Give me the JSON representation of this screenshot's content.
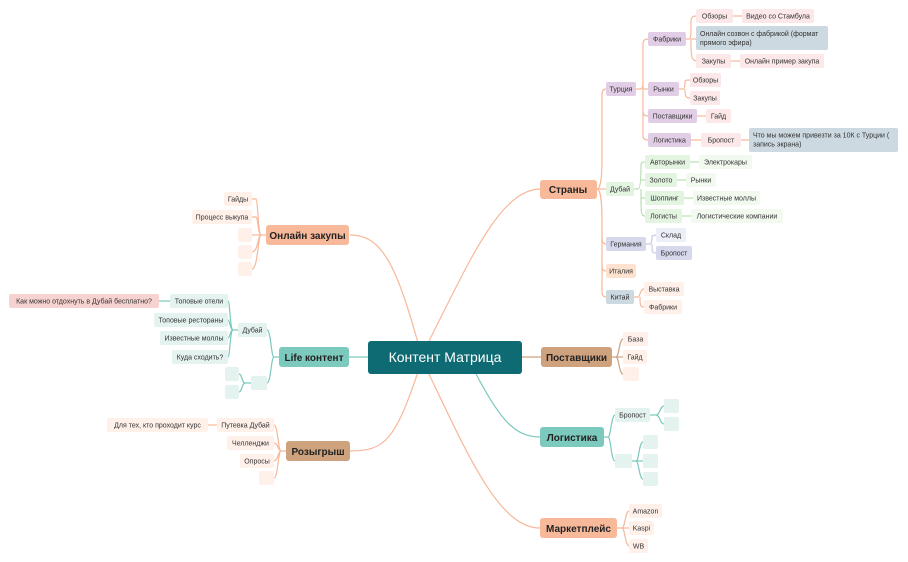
{
  "center": {
    "label": "Контент Матрица",
    "color": "#0e6b73"
  },
  "colors": {
    "salmon": "#f8b89a",
    "teal": "#7cc9bd",
    "tan": "#cfa27e",
    "lilac": "#e2cde6",
    "rose_light": "#fce8e8",
    "green_light": "#e3f4e1",
    "grey_blue": "#cdd9e0",
    "peach": "#fde3cf",
    "mint": "#e4f3ef",
    "pale": "#fff1ea"
  },
  "branches": {
    "strany": {
      "label": "Страны",
      "turkey": {
        "label": "Турция",
        "fabriki": {
          "label": "Фабрики",
          "obzory": "Обзоры",
          "video": "Видео со Стамбула",
          "online_call_1": "Онлайн созвон с фабрикой (формат",
          "online_call_2": "прямого эфира)",
          "zakupy": "Закупы",
          "online_primer": "Онлайн пример закупа"
        },
        "rynki": {
          "label": "Рынки",
          "obzory": "Обзоры",
          "zakupy": "Закупы"
        },
        "postavshiki": {
          "label": "Поставщики",
          "gaid": "Гайд"
        },
        "logistika": {
          "label": "Логистика",
          "bropost": "Бропост",
          "what_1": "Что мы можем привезти за 10К с Турции (",
          "what_2": "запись экрана)"
        }
      },
      "dubai": {
        "label": "Дубай",
        "autorynki": "Авторынки",
        "electrocars": "Электрокары",
        "zoloto": "Золото",
        "rynki": "Рынки",
        "shopping": "Шоппинг",
        "malls": "Известные моллы",
        "logisty": "Логисты",
        "log_companies": "Логистические компании"
      },
      "germany": {
        "label": "Германия",
        "sklad": "Склад",
        "bropost": "Бропост"
      },
      "italy": {
        "label": "Италия"
      },
      "china": {
        "label": "Китай",
        "vystavka": "Выставка",
        "fabriki": "Фабрики"
      }
    },
    "postavshiki": {
      "label": "Поставщики",
      "baza": "База",
      "gaid": "Гайд"
    },
    "logistika": {
      "label": "Логистика",
      "bropost": "Бропост"
    },
    "marketplace": {
      "label": "Маркетплейс",
      "amazon": "Amazon",
      "kaspi": "Kaspi",
      "wb": "WB"
    },
    "online_zakupy": {
      "label": "Онлайн закупы",
      "gaidy": "Гайды",
      "process": "Процесс выкупа"
    },
    "life": {
      "label": "Life контент",
      "dubai": {
        "label": "Дубай",
        "hotels": "Топовые отели",
        "hotels_q": "Как можно отдохнуть в Дубай бесплатно?",
        "restaurants": "Топовые рестораны",
        "malls": "Известные моллы",
        "where": "Куда сходить?"
      }
    },
    "rozygrysh": {
      "label": "Розыгрыш",
      "putevka": "Путевка Дубай",
      "for_those": "Для тех, кто проходит курс",
      "challenges": "Челленджи",
      "oprosy": "Опросы"
    }
  }
}
